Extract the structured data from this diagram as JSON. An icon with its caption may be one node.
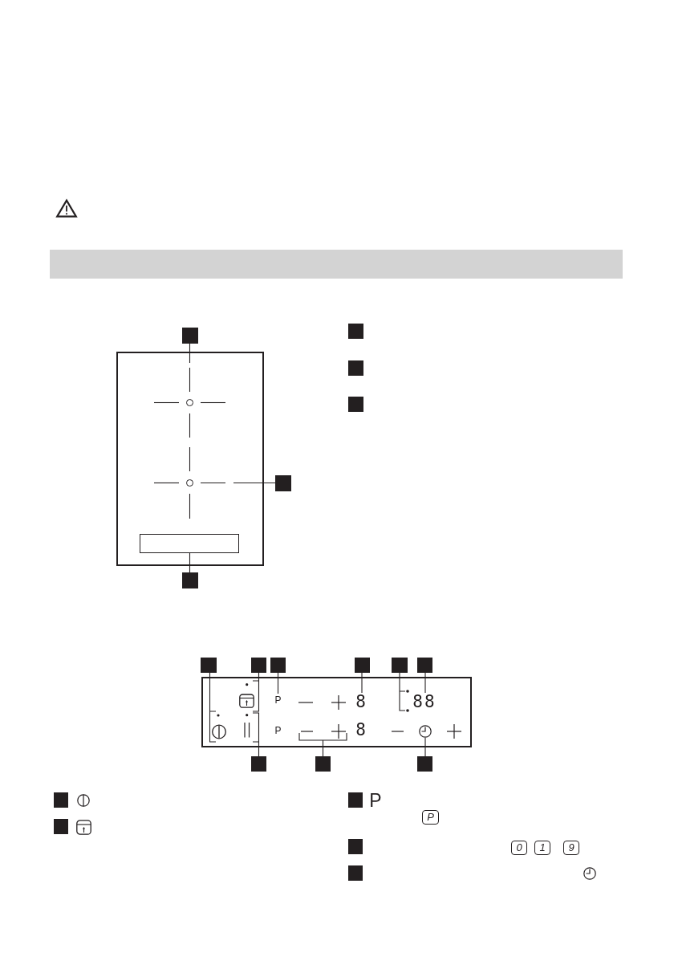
{
  "diagram": {
    "nodes": [
      {
        "text": [],
        "shape": "bar"
      },
      {
        "text": [],
        "shape": "box"
      },
      {
        "text": [],
        "shape": "box"
      },
      {
        "text": [],
        "shape": "circle",
        "in": 2
      },
      {
        "text": [],
        "shape": "circle",
        "in": 2
      },
      {
        "text": [],
        "shape": "box"
      },
      {
        "text": [],
        "shape": "box",
        "in": 2
      },
      {
        "text": [],
        "shape": "box"
      },
      {
        "text": [],
        "shape": "box"
      },
      {
        "text": [],
        "shape": "box"
      },
      {
        "text": [],
        "shape": "box"
      },
      {
        "text": [],
        "shape": "box"
      },
      {
        "text": [],
        "shape": "box"
      },
      {
        "text": [],
        "shape": "box"
      },
      {
        "text": [],
        "shape": "box"
      },
      {
        "text": [],
        "shape": "box"
      },
      {
        "text": [],
        "shape": "box"
      },
      {
        "text": [],
        "shape": "box"
      },
      {
        "text": [],
        "shape": "picture",
        "in": 17
      },
      {
        "text": [
          "P"
        ],
        "in": 17
      },
      {
        "text": [
          "8"
        ],
        "in": 17
      },
      {
        "text": [],
        "shape": "picture",
        "in": 17
      },
      {
        "text": [
          "88"
        ],
        "in": 17
      },
      {
        "text": [],
        "shape": "picture",
        "in": 17
      },
      {
        "text": [],
        "shape": "picture",
        "in": 17
      },
      {
        "text": [],
        "shape": "picture",
        "in": 17
      },
      {
        "text": [],
        "shape": "picture",
        "in": 17
      },
      {
        "text": [],
        "shape": "box"
      },
      {
        "text": [],
        "shape": "box"
      },
      {
        "text": [],
        "shape": "box"
      },
      {
        "text": [],
        "shape": "box"
      },
      {
        "text": [],
        "shape": "box"
      },
      {
        "text": [],
        "shape": "box"
      },
      {
        "text": [],
        "shape": "box"
      },
      {
        "text": [],
        "shape": "box"
      }
    ],
    "edges": [
      {
        "from": 1,
        "to": 3,
        "arrow": "none",
        "style": "dashed"
      },
      {
        "from": 5,
        "to": 4,
        "arrow": "none",
        "style": "dashed"
      },
      {
        "from": 7,
        "to": 6,
        "arrow": "none"
      },
      {
        "from": 11,
        "to": 23,
        "arrow": "none"
      },
      {
        "from": 12,
        "to": 18,
        "arrow": "none"
      },
      {
        "from": 13,
        "to": 19,
        "arrow": "none"
      },
      {
        "from": 14,
        "to": 20,
        "arrow": "none"
      },
      {
        "from": 15,
        "to": 21,
        "arrow": "none"
      },
      {
        "from": 16,
        "to": 22,
        "arrow": "none"
      },
      {
        "from": 27,
        "to": 24,
        "arrow": "none"
      },
      {
        "from": 28,
        "to": 25,
        "arrow": "none"
      },
      {
        "from": 29,
        "to": 26,
        "arrow": "none"
      }
    ],
    "labels": [
      "P",
      "8",
      "P",
      "P",
      "0",
      "1",
      "9"
    ]
  }
}
